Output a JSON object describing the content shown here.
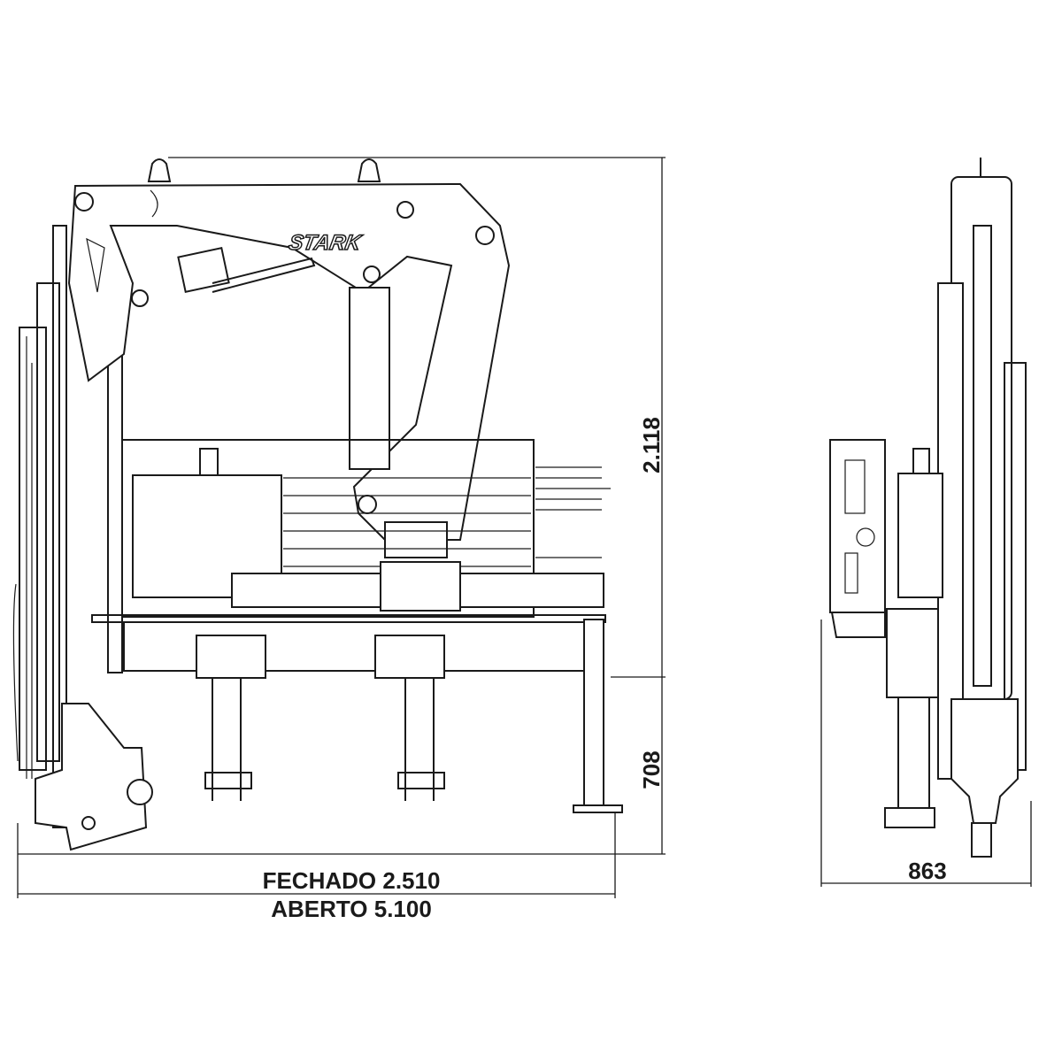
{
  "logo_text": "STARK",
  "dimensions": {
    "height_total": "2.118",
    "height_base": "708",
    "width_closed": "FECHADO 2.510",
    "width_open": "ABERTO 5.100",
    "depth": "863"
  }
}
